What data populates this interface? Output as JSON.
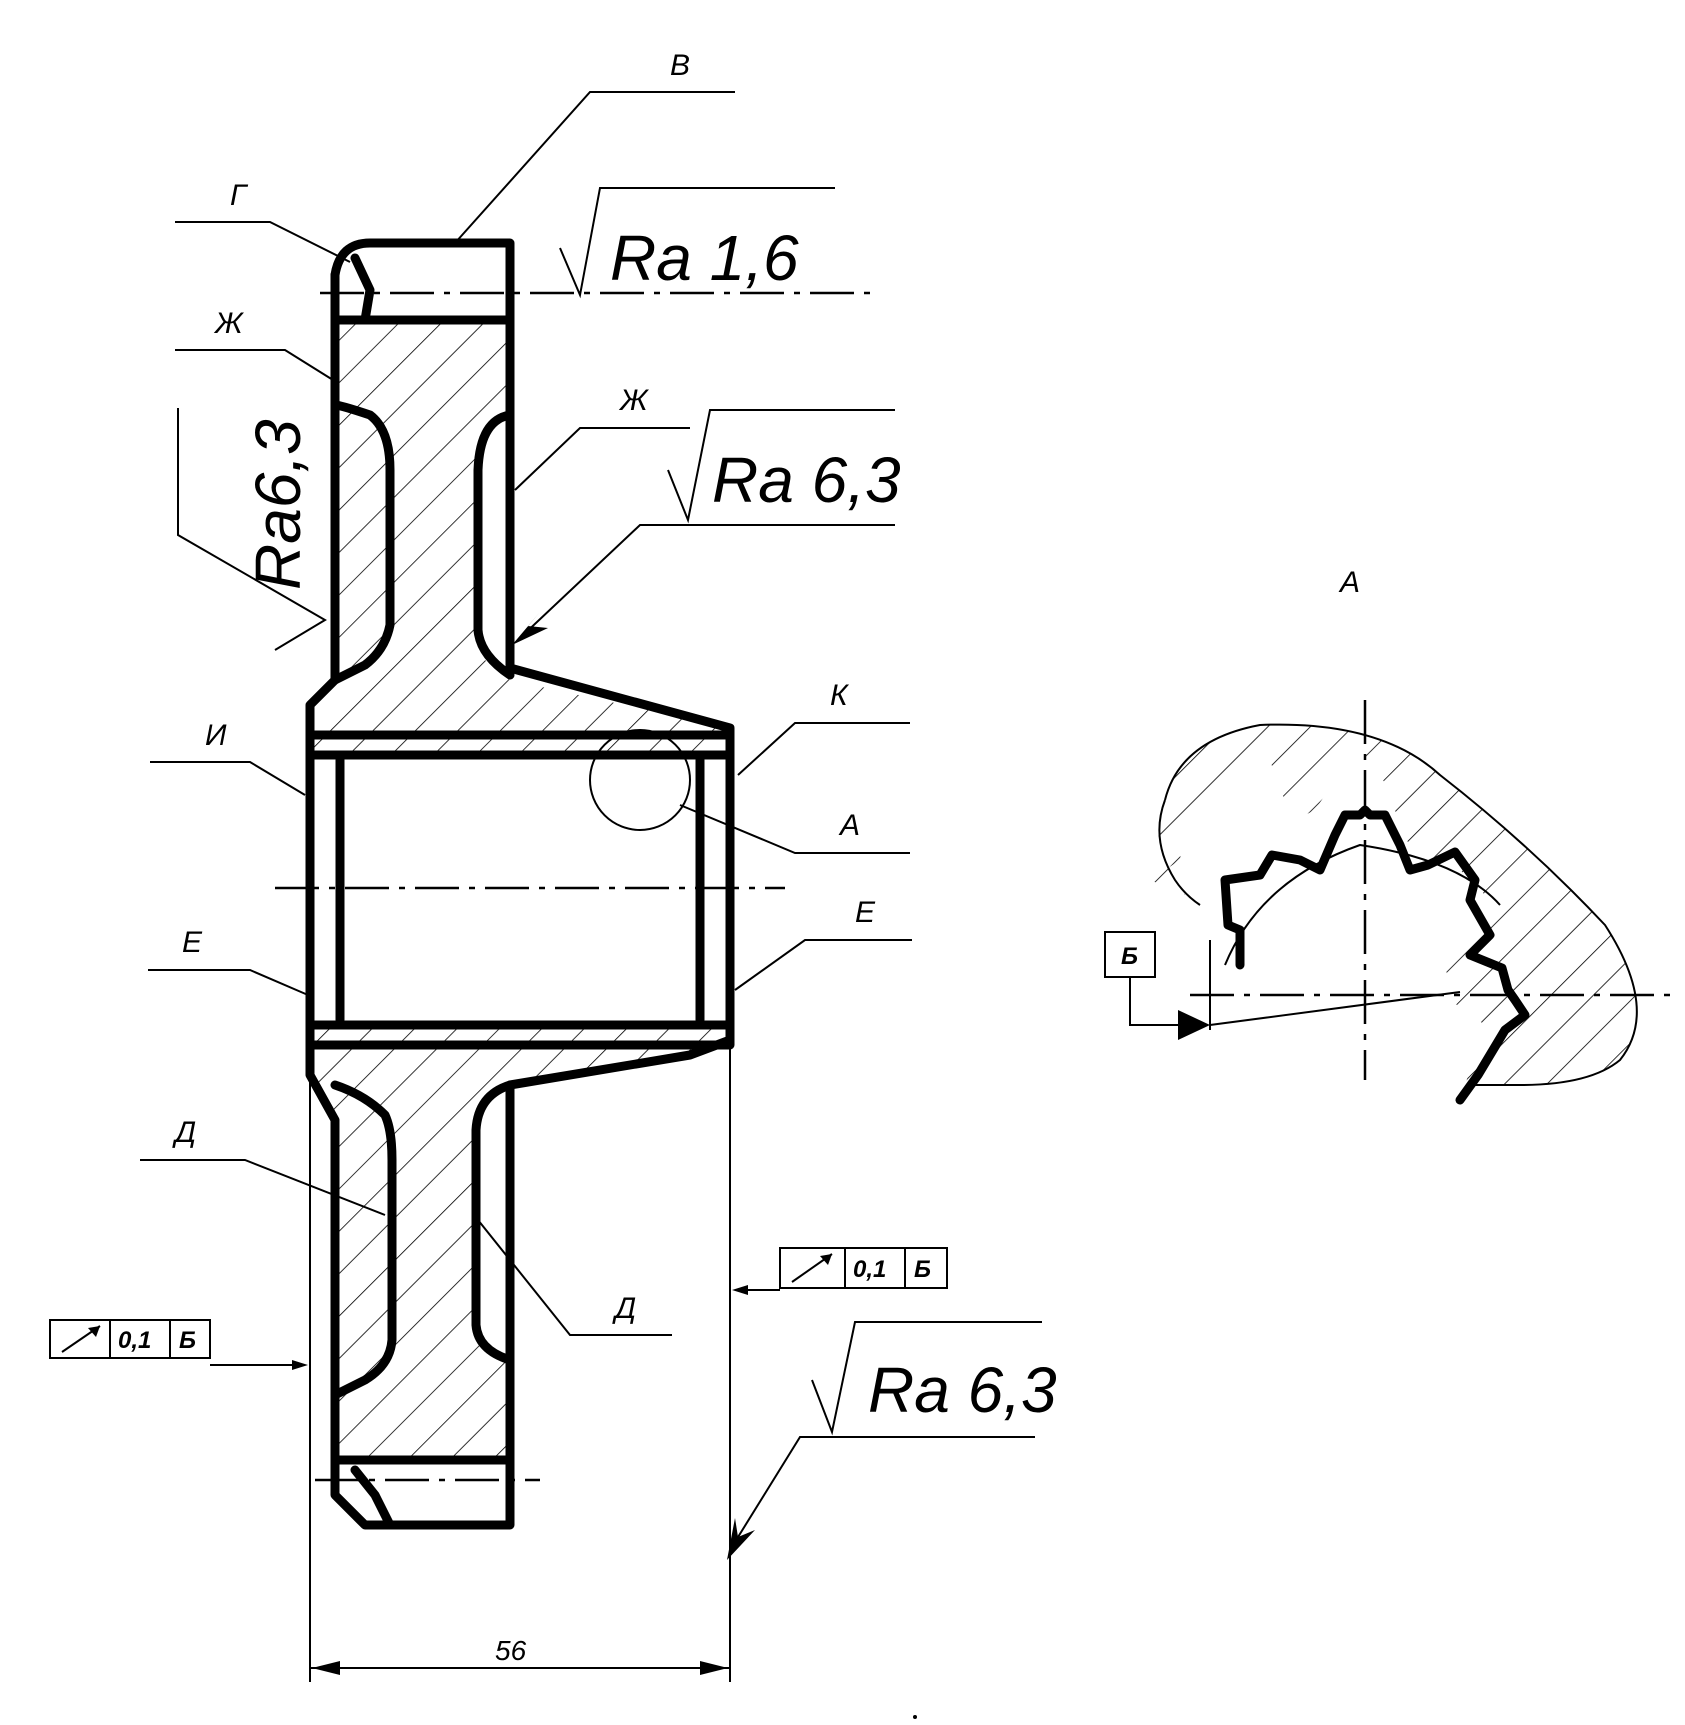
{
  "labels": {
    "v": "В",
    "g": "Г",
    "zh_left": "Ж",
    "zh_right": "Ж",
    "i": "И",
    "k": "К",
    "a": "А",
    "e_left": "Е",
    "e_right": "Е",
    "d_left": "Д",
    "d_right": "Д"
  },
  "roughness": {
    "top": "Ra 1,6",
    "left_rotated": "Ra6,3",
    "right_upper": "Ra 6,3",
    "right_lower": "Ra 6,3"
  },
  "tolerance_left": {
    "symbol": "runout-arrow-icon",
    "value": "0,1",
    "datum": "Б"
  },
  "tolerance_right": {
    "symbol": "runout-arrow-icon",
    "value": "0,1",
    "datum": "Б"
  },
  "dimension": {
    "width": "56"
  },
  "detail_view": {
    "title": "А",
    "datum": "Б"
  }
}
